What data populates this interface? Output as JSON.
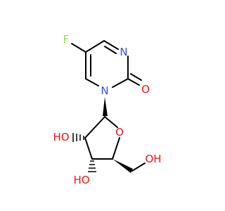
{
  "molecule": {
    "atoms": {
      "F": {
        "symbol": "F",
        "color": "#90e050"
      },
      "N3": {
        "symbol": "N",
        "color": "#3050f8"
      },
      "N1": {
        "symbol": "N",
        "color": "#3050f8"
      },
      "O2": {
        "symbol": "O",
        "color": "#ff0d0d"
      },
      "O4": {
        "symbol": "O",
        "color": "#ff0d0d"
      },
      "HO2": {
        "symbol": "HO",
        "color": "#ff0d0d"
      },
      "HO3": {
        "symbol": "HO",
        "color": "#ff0d0d"
      },
      "HO5": {
        "symbol": "OH",
        "color": "#ff0d0d"
      }
    },
    "bond_color": "#000000"
  }
}
